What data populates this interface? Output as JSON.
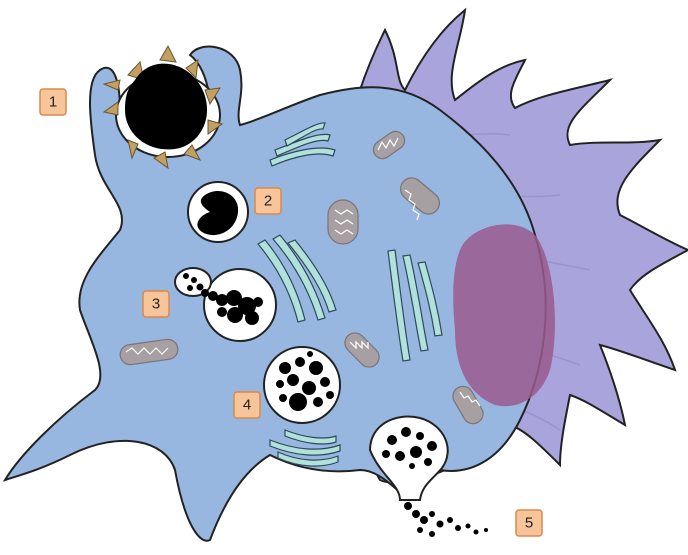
{
  "colors": {
    "cytoplasm": "#97b7e0",
    "pseudopod_cell": "#aaa4dc",
    "nucleus": "#9a5a8e",
    "vesicle_fill": "#ffffff",
    "particle": "#000000",
    "organelle": "#a6a0a2",
    "golgi": "#b2e0da",
    "spike": "#c2a062",
    "label_box": "#f8c49a",
    "label_border": "#d98a4c"
  },
  "labels": [
    {
      "id": "1",
      "text": "1"
    },
    {
      "id": "2",
      "text": "2"
    },
    {
      "id": "3",
      "text": "3"
    },
    {
      "id": "4",
      "text": "4"
    },
    {
      "id": "5",
      "text": "5"
    }
  ]
}
